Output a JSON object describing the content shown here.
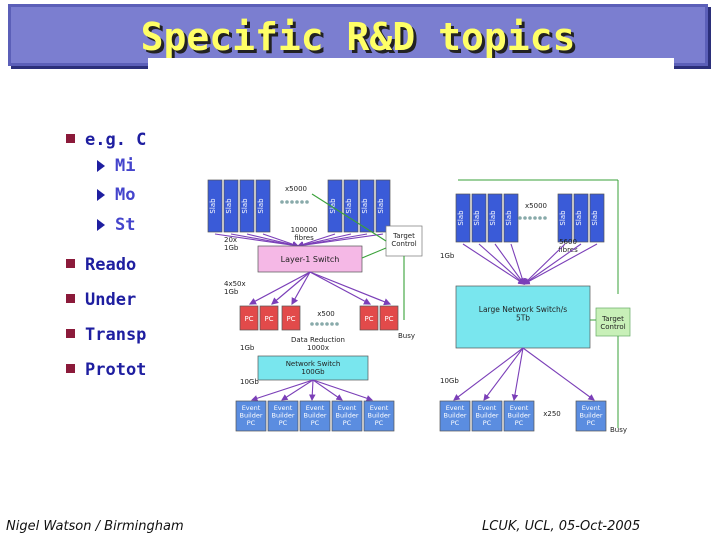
{
  "slide": {
    "title": "Specific R&D topics",
    "bullets": [
      {
        "text": "e.g. C"
      },
      {
        "text": "Mi",
        "sub": true
      },
      {
        "text": "Mo",
        "sub": true
      },
      {
        "text": "St",
        "sub": true
      },
      {
        "text": "Reado"
      },
      {
        "text": "Under"
      },
      {
        "text": "Transp"
      },
      {
        "text": "Protot"
      }
    ],
    "footer_left": "Nigel Watson / Birmingham",
    "footer_right": "LCUK, UCL, 05-Oct-2005"
  },
  "diagram_left": {
    "slab_label": "Slab",
    "slab_multiplier": "x5000",
    "links_top": "20x\n1Gb",
    "fibres": "100000\nfibres",
    "layer1": "Layer-1 Switch",
    "target_control": "Target\nControl",
    "links_mid": "4x50x\n1Gb",
    "pc_label": "PC",
    "pc_multiplier": "x500",
    "busy": "Busy",
    "data_reduction": "Data Reduction\n1000x",
    "link_1gb": "1Gb",
    "network_switch": "Network Switch\n100Gb",
    "link_10gb": "10Gb",
    "event_builder": "Event\nBuilder\nPC"
  },
  "diagram_right": {
    "slab_label": "Slab",
    "slab_multiplier": "x5000",
    "fibres": "5600\nfibres",
    "link_1gb": "1Gb",
    "large_switch": "Large Network Switch/s\n5Tb",
    "target_control": "Target\nControl",
    "link_10gb": "10Gb",
    "eb_multiplier": "x250",
    "busy": "Busy",
    "event_builder": "Event\nBuilder\nPC"
  },
  "colors": {
    "title_bg": "#7b7ed0",
    "title_text": "#ffff66",
    "bullet_text": "#1e1ea0",
    "slab": "#3a5bd8",
    "layer_switch": "#f5b8e6",
    "pc_box": "#e24a4a",
    "network_switch": "#79e6ee",
    "event_builder": "#5b8de0",
    "target_control": "#c8f0b8"
  }
}
